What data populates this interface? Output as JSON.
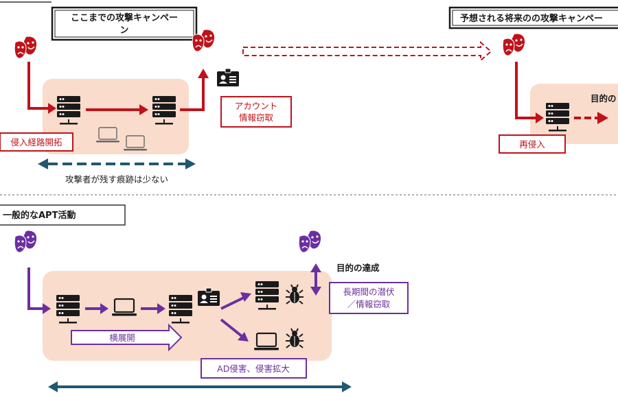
{
  "top": {
    "campaign_title_line1": "ここまでの攻撃キャンペー",
    "campaign_title_line2": "ン",
    "future_title": "予想される将来のの攻撃キャンペー",
    "account_label_line1": "アカウント",
    "account_label_line2": "情報窃取",
    "intrusion_label": "侵入経路開拓",
    "traces_label": "攻撃者が残す痕跡は少ない",
    "reentry_label": "再侵入",
    "purpose_label": "目的の"
  },
  "bottom": {
    "title": "一般的なAPT活動",
    "lateral_label": "横展開",
    "purpose_label": "目的の達成",
    "long_term_line1": "長期間の潜伏",
    "long_term_line2": "／情報窃取",
    "ad_label": "AD侵害、侵害拡大"
  },
  "colors": {
    "red": "#c0121b",
    "purple": "#6b2fa0",
    "teal": "#1f5870",
    "bg_box": "#f9dccc",
    "dark": "#1a1a1a"
  }
}
